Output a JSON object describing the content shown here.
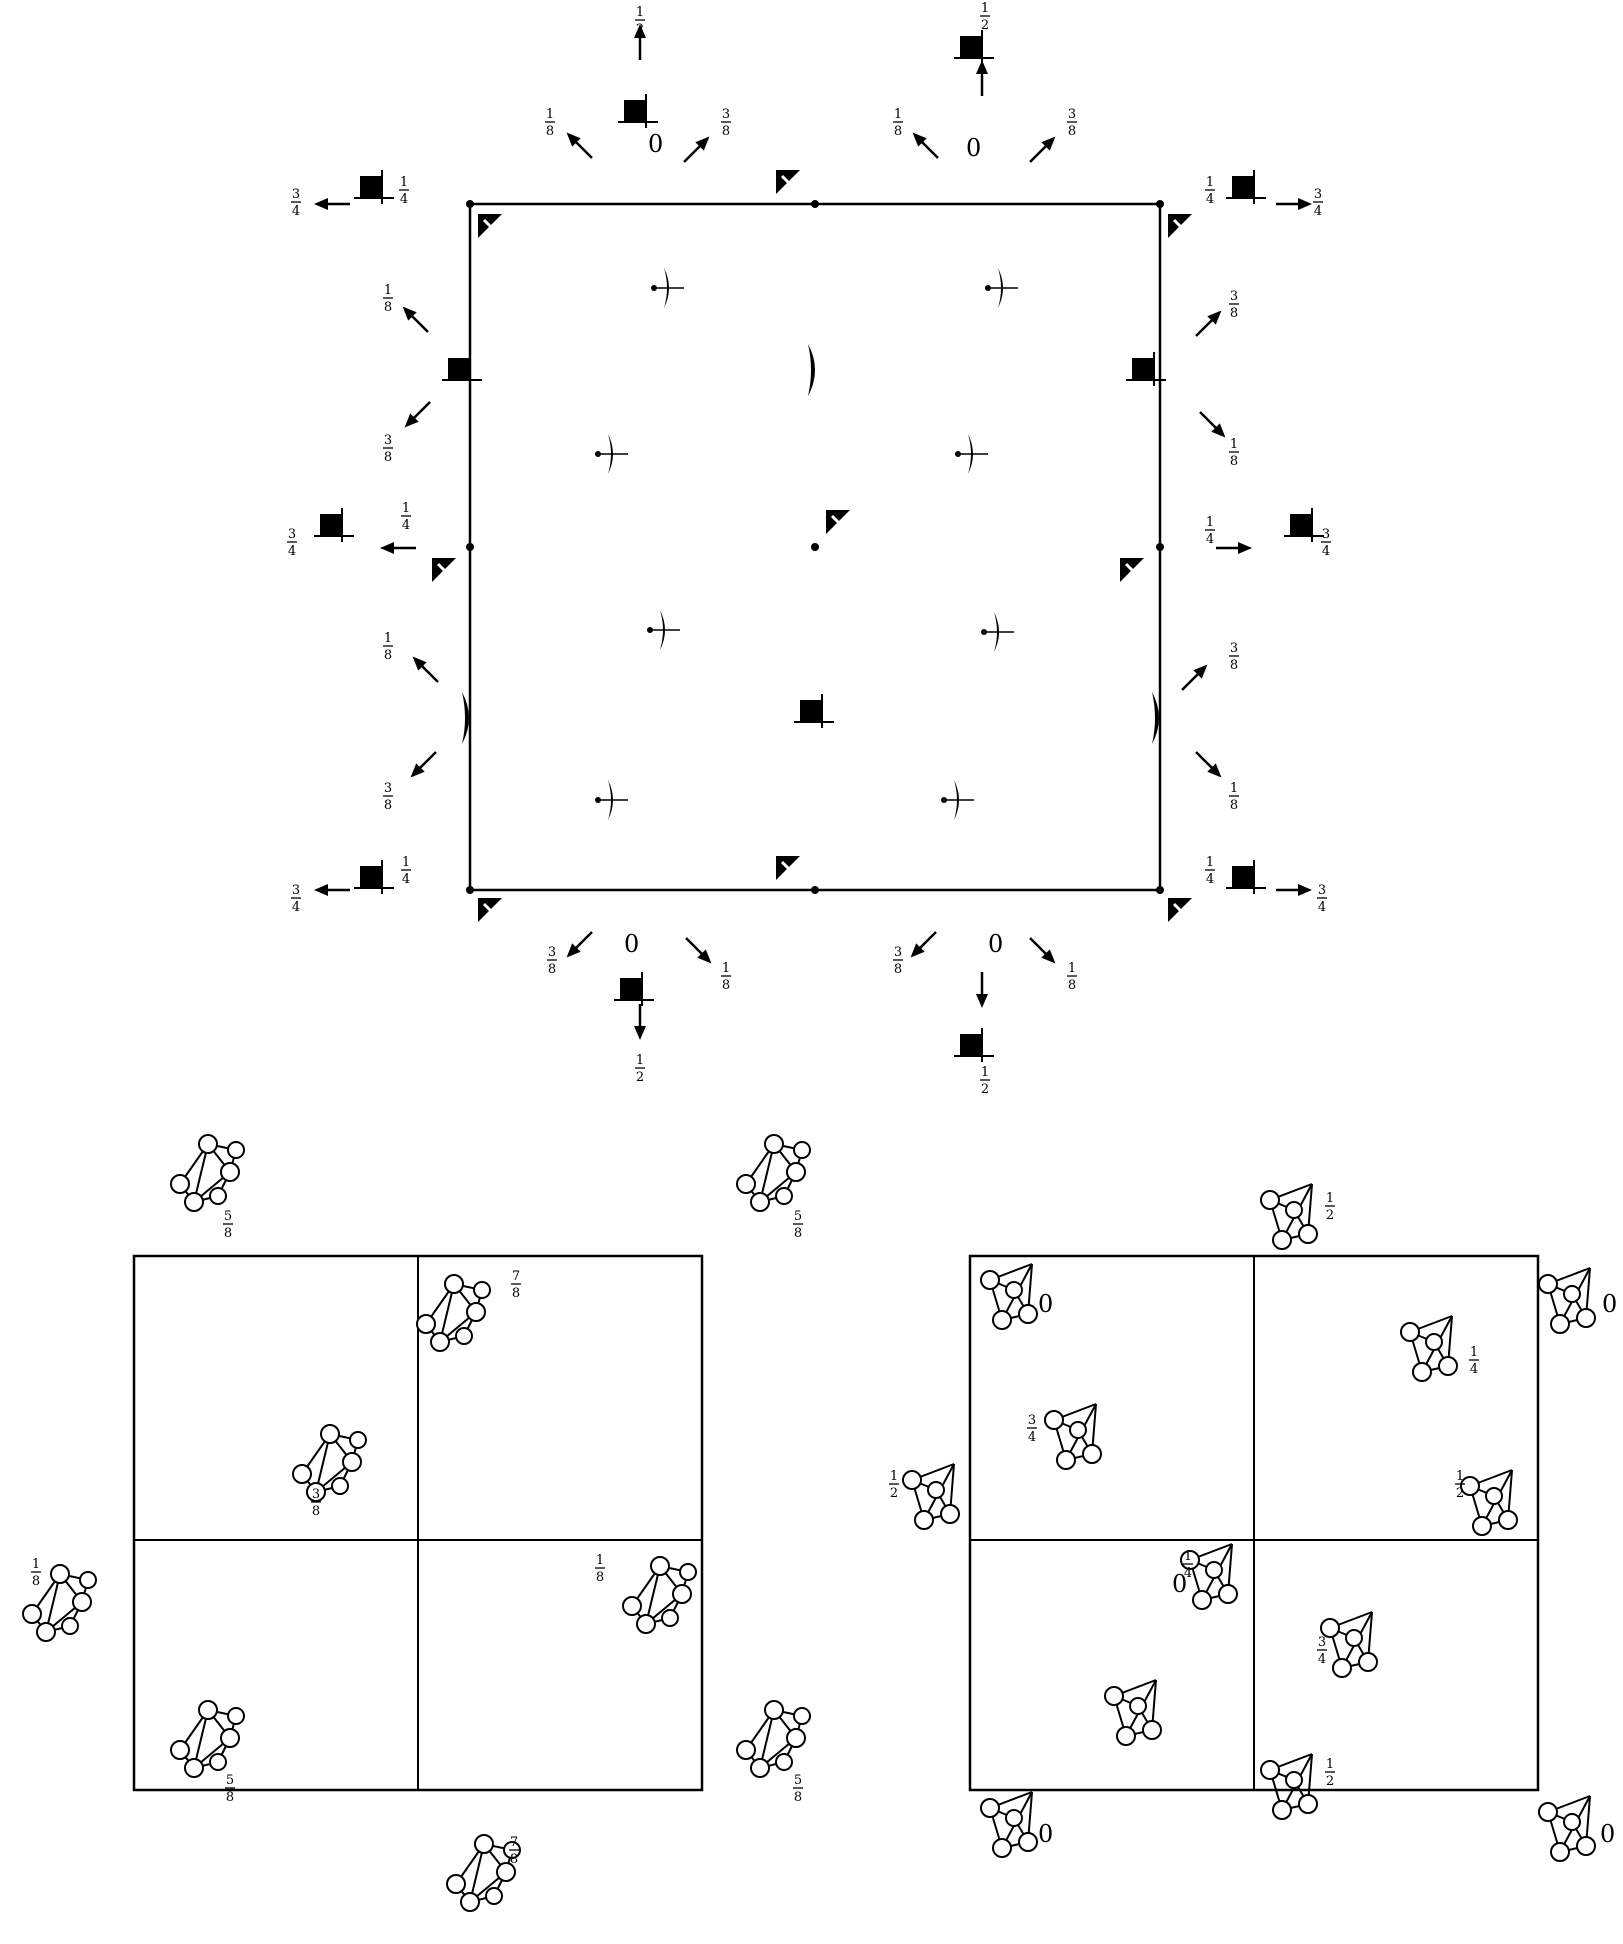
{
  "colors": {
    "ink": "#000000",
    "paper": "#ffffff"
  },
  "top_panel": {
    "frac_labels": [
      {
        "id": "t-half-1",
        "n": "1",
        "d": "2"
      },
      {
        "id": "t-half-2",
        "n": "1",
        "d": "2"
      },
      {
        "id": "t-18-a",
        "n": "1",
        "d": "8"
      },
      {
        "id": "t-38-a",
        "n": "3",
        "d": "8"
      },
      {
        "id": "t-18-b",
        "n": "1",
        "d": "8"
      },
      {
        "id": "t-38-b",
        "n": "3",
        "d": "8"
      },
      {
        "id": "l-34-a",
        "n": "3",
        "d": "4"
      },
      {
        "id": "l-14-a",
        "n": "1",
        "d": "4"
      },
      {
        "id": "r-14-a",
        "n": "1",
        "d": "4"
      },
      {
        "id": "r-34-a",
        "n": "3",
        "d": "4"
      },
      {
        "id": "l-18-a",
        "n": "1",
        "d": "8"
      },
      {
        "id": "r-38-a",
        "n": "3",
        "d": "8"
      },
      {
        "id": "l-38-a",
        "n": "3",
        "d": "8"
      },
      {
        "id": "r-18-a",
        "n": "1",
        "d": "8"
      },
      {
        "id": "l-34-b",
        "n": "3",
        "d": "4"
      },
      {
        "id": "l-14-b",
        "n": "1",
        "d": "4"
      },
      {
        "id": "r-14-b",
        "n": "1",
        "d": "4"
      },
      {
        "id": "r-34-b",
        "n": "3",
        "d": "4"
      },
      {
        "id": "l-18-b",
        "n": "1",
        "d": "8"
      },
      {
        "id": "r-38-b",
        "n": "3",
        "d": "8"
      },
      {
        "id": "l-38-b",
        "n": "3",
        "d": "8"
      },
      {
        "id": "r-18-b",
        "n": "1",
        "d": "8"
      },
      {
        "id": "l-34-c",
        "n": "3",
        "d": "4"
      },
      {
        "id": "l-14-c",
        "n": "1",
        "d": "4"
      },
      {
        "id": "r-14-c",
        "n": "1",
        "d": "4"
      },
      {
        "id": "r-34-c",
        "n": "3",
        "d": "4"
      },
      {
        "id": "b-38-a",
        "n": "3",
        "d": "8"
      },
      {
        "id": "b-18-a",
        "n": "1",
        "d": "8"
      },
      {
        "id": "b-38-b",
        "n": "3",
        "d": "8"
      },
      {
        "id": "b-18-b",
        "n": "1",
        "d": "8"
      },
      {
        "id": "b-half-1",
        "n": "1",
        "d": "2"
      },
      {
        "id": "b-half-2",
        "n": "1",
        "d": "2"
      }
    ],
    "zero_labels": [
      "0",
      "0",
      "0",
      "0"
    ]
  },
  "bottom_left_panel": {
    "labels": [
      {
        "n": "5",
        "d": "8"
      },
      {
        "n": "5",
        "d": "8"
      },
      {
        "n": "7",
        "d": "8"
      },
      {
        "n": "3",
        "d": "8"
      },
      {
        "n": "1",
        "d": "8"
      },
      {
        "n": "1",
        "d": "8"
      },
      {
        "n": "5",
        "d": "8"
      },
      {
        "n": "5",
        "d": "8"
      },
      {
        "n": "7",
        "d": "8"
      }
    ]
  },
  "bottom_right_panel": {
    "labels": [
      {
        "n": "1",
        "d": "2"
      },
      {
        "n": "1",
        "d": "4"
      },
      {
        "n": "3",
        "d": "4"
      },
      {
        "n": "1",
        "d": "2"
      },
      {
        "n": "1",
        "d": "2"
      },
      {
        "n": "3",
        "d": "4"
      },
      {
        "n": "1",
        "d": "4"
      },
      {
        "n": "1",
        "d": "2"
      }
    ],
    "zero_labels": [
      "0",
      "0",
      "0",
      "0",
      "0"
    ]
  }
}
